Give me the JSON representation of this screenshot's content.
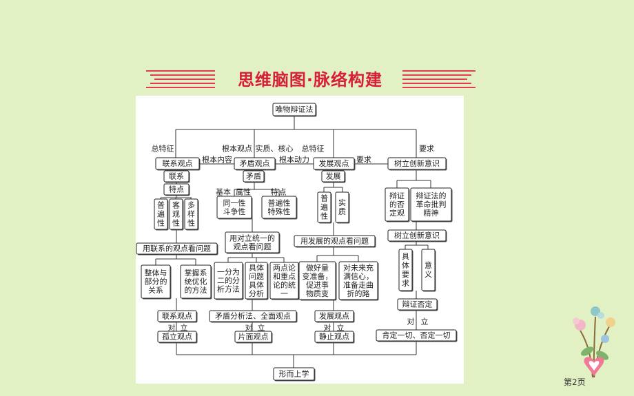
{
  "header": {
    "title": "思维脑图·脉络构建"
  },
  "footer": {
    "page": "第2页"
  },
  "diagram": {
    "nodes": [
      {
        "id": "root",
        "text": "唯物辩证法",
        "box": true
      },
      {
        "id": "link",
        "text": "联系观点",
        "box": true
      },
      {
        "id": "contra",
        "text": "矛盾观点",
        "box": true
      },
      {
        "id": "dev",
        "text": "发展观点",
        "box": true
      },
      {
        "id": "innov",
        "text": "树立创新意识",
        "box": true
      },
      {
        "id": "lk1",
        "text": "联系",
        "box": true
      },
      {
        "id": "lk2",
        "text": "特点",
        "box": true
      },
      {
        "id": "lk3",
        "text": "普遍性",
        "box": true,
        "vertical": true
      },
      {
        "id": "lk4",
        "text": "客观性",
        "box": true,
        "vertical": true
      },
      {
        "id": "lk5",
        "text": "多样性",
        "box": true,
        "vertical": true
      },
      {
        "id": "lk6",
        "text": "用联系的观点看问题",
        "box": true
      },
      {
        "id": "lk7",
        "text": "整体与\n部分的\n关系",
        "box": true
      },
      {
        "id": "lk8",
        "text": "掌握系\n统优化\n的方法",
        "box": true
      },
      {
        "id": "lk9",
        "text": "联系观点",
        "box": true
      },
      {
        "id": "lk10",
        "text": "孤立观点",
        "box": true
      },
      {
        "id": "ct1",
        "text": "矛盾",
        "box": true
      },
      {
        "id": "ct2",
        "text": "同一性\n斗争性",
        "box": true
      },
      {
        "id": "ct3",
        "text": "普遍性\n特殊性",
        "box": true
      },
      {
        "id": "ct4",
        "text": "用对立统一的\n观点看问题",
        "box": true
      },
      {
        "id": "ct5",
        "text": "一分为\n二的分\n析方法",
        "box": true
      },
      {
        "id": "ct6",
        "text": "具体\n问题\n具体\n分析",
        "box": true
      },
      {
        "id": "ct7",
        "text": "两点论\n和重点\n论的统\n一",
        "box": true
      },
      {
        "id": "ct8",
        "text": "矛盾分析法、全面观点",
        "box": true
      },
      {
        "id": "ct9",
        "text": "片面观点",
        "box": true
      },
      {
        "id": "dv1",
        "text": "发展",
        "box": true
      },
      {
        "id": "dv2",
        "text": "普遍性",
        "box": true,
        "vertical": true
      },
      {
        "id": "dv3",
        "text": "实质",
        "box": true,
        "vertical": true
      },
      {
        "id": "dv4",
        "text": "用发展的观点看问题",
        "box": true
      },
      {
        "id": "dv5",
        "text": "做好量\n变准备，\n促进事\n物质变",
        "box": true
      },
      {
        "id": "dv6",
        "text": "对未来充\n满信心，\n准备走曲\n折的路",
        "box": true
      },
      {
        "id": "dv7",
        "text": "发展观点",
        "box": true
      },
      {
        "id": "dv8",
        "text": "静止观点",
        "box": true
      },
      {
        "id": "in1",
        "text": "辩证\n的否\n定观",
        "box": true
      },
      {
        "id": "in2",
        "text": "辩证法的\n革命批判\n精神",
        "box": true
      },
      {
        "id": "in3",
        "text": "树立创新意识",
        "box": true
      },
      {
        "id": "in4",
        "text": "具体要求",
        "box": true,
        "vertical": true
      },
      {
        "id": "in5",
        "text": "意义",
        "box": true,
        "vertical": true
      },
      {
        "id": "in6",
        "text": "辩证否定",
        "box": true
      },
      {
        "id": "in7",
        "text": "肯定一切、否定一切",
        "box": true
      },
      {
        "id": "bottom",
        "text": "形而上学",
        "box": true
      }
    ],
    "labels": [
      {
        "id": "l1",
        "text": "总特征"
      },
      {
        "id": "l2",
        "text": "根本观点"
      },
      {
        "id": "l3",
        "text": "实质、核心"
      },
      {
        "id": "l4",
        "text": "总特征"
      },
      {
        "id": "l5",
        "text": "要求"
      },
      {
        "id": "l6",
        "text": "根本内容"
      },
      {
        "id": "l7",
        "text": "根本动力"
      },
      {
        "id": "l8",
        "text": "要求"
      },
      {
        "id": "l9",
        "text": "基本"
      },
      {
        "id": "l10",
        "text": "属性"
      },
      {
        "id": "l11",
        "text": "特"
      },
      {
        "id": "l12",
        "text": "点"
      },
      {
        "id": "l13",
        "text": "对"
      },
      {
        "id": "l14",
        "text": "立"
      },
      {
        "id": "l15",
        "text": "对"
      },
      {
        "id": "l16",
        "text": "立"
      },
      {
        "id": "l17",
        "text": "对"
      },
      {
        "id": "l18",
        "text": "立"
      },
      {
        "id": "l19",
        "text": "对"
      },
      {
        "id": "l20",
        "text": "立"
      }
    ]
  }
}
